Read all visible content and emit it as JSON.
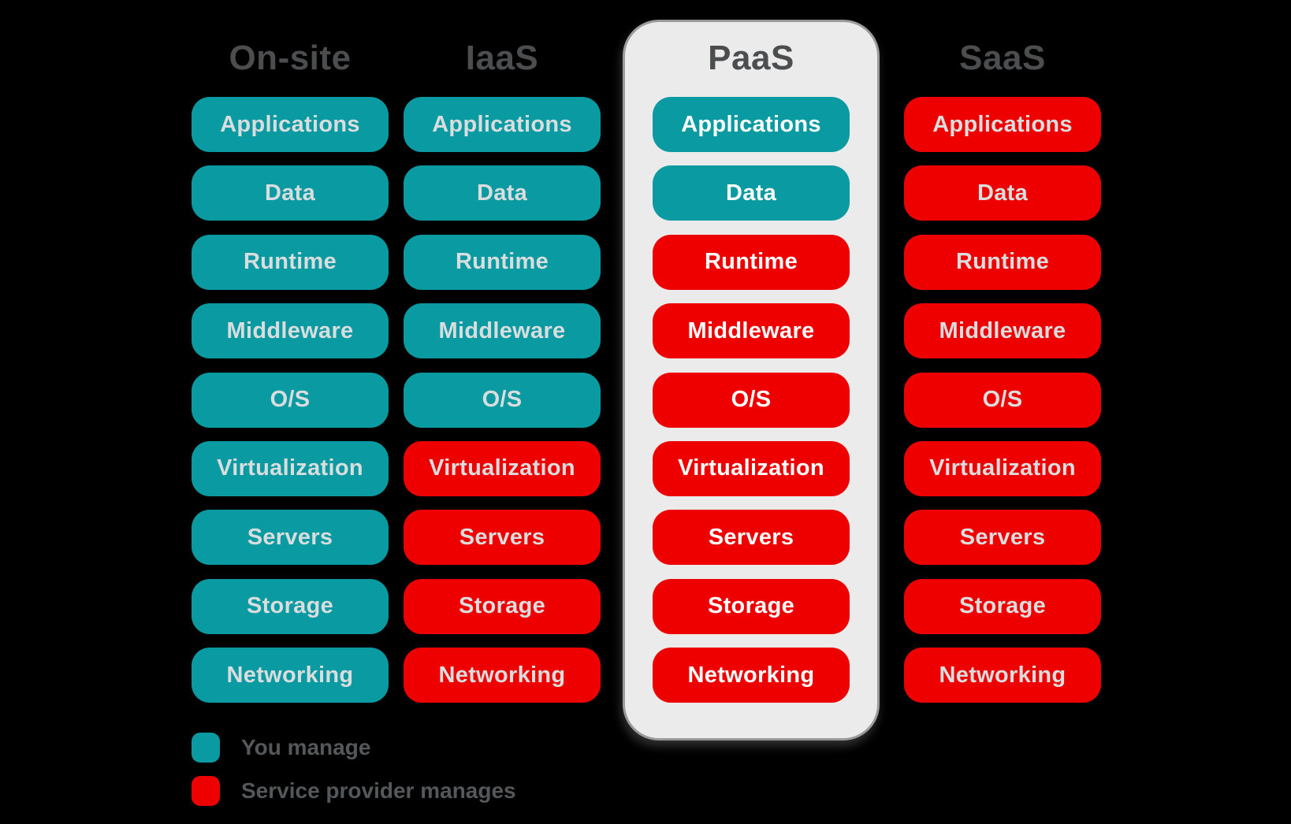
{
  "columns": [
    {
      "id": "on-site",
      "header": "On-site",
      "highlighted": false,
      "layers": [
        {
          "label": "Applications",
          "managed_by": "you"
        },
        {
          "label": "Data",
          "managed_by": "you"
        },
        {
          "label": "Runtime",
          "managed_by": "you"
        },
        {
          "label": "Middleware",
          "managed_by": "you"
        },
        {
          "label": "O/S",
          "managed_by": "you"
        },
        {
          "label": "Virtualization",
          "managed_by": "you"
        },
        {
          "label": "Servers",
          "managed_by": "you"
        },
        {
          "label": "Storage",
          "managed_by": "you"
        },
        {
          "label": "Networking",
          "managed_by": "you"
        }
      ]
    },
    {
      "id": "iaas",
      "header": "IaaS",
      "highlighted": false,
      "layers": [
        {
          "label": "Applications",
          "managed_by": "you"
        },
        {
          "label": "Data",
          "managed_by": "you"
        },
        {
          "label": "Runtime",
          "managed_by": "you"
        },
        {
          "label": "Middleware",
          "managed_by": "you"
        },
        {
          "label": "O/S",
          "managed_by": "you"
        },
        {
          "label": "Virtualization",
          "managed_by": "provider"
        },
        {
          "label": "Servers",
          "managed_by": "provider"
        },
        {
          "label": "Storage",
          "managed_by": "provider"
        },
        {
          "label": "Networking",
          "managed_by": "provider"
        }
      ]
    },
    {
      "id": "paas",
      "header": "PaaS",
      "highlighted": true,
      "layers": [
        {
          "label": "Applications",
          "managed_by": "you"
        },
        {
          "label": "Data",
          "managed_by": "you"
        },
        {
          "label": "Runtime",
          "managed_by": "provider"
        },
        {
          "label": "Middleware",
          "managed_by": "provider"
        },
        {
          "label": "O/S",
          "managed_by": "provider"
        },
        {
          "label": "Virtualization",
          "managed_by": "provider"
        },
        {
          "label": "Servers",
          "managed_by": "provider"
        },
        {
          "label": "Storage",
          "managed_by": "provider"
        },
        {
          "label": "Networking",
          "managed_by": "provider"
        }
      ]
    },
    {
      "id": "saas",
      "header": "SaaS",
      "highlighted": false,
      "layers": [
        {
          "label": "Applications",
          "managed_by": "provider"
        },
        {
          "label": "Data",
          "managed_by": "provider"
        },
        {
          "label": "Runtime",
          "managed_by": "provider"
        },
        {
          "label": "Middleware",
          "managed_by": "provider"
        },
        {
          "label": "O/S",
          "managed_by": "provider"
        },
        {
          "label": "Virtualization",
          "managed_by": "provider"
        },
        {
          "label": "Servers",
          "managed_by": "provider"
        },
        {
          "label": "Storage",
          "managed_by": "provider"
        },
        {
          "label": "Networking",
          "managed_by": "provider"
        }
      ]
    }
  ],
  "legend": [
    {
      "key": "you",
      "label": "You manage"
    },
    {
      "key": "provider",
      "label": "Service provider manages"
    }
  ],
  "colors": {
    "you": "#0a9aa2",
    "provider": "#ee0000",
    "background": "#000000",
    "highlight_panel_bg": "#ebebeb",
    "highlight_panel_border": "#9a9a9a",
    "header_text": "#4b4d4e",
    "pill_text": "#d9dddd",
    "pill_text_highlighted": "#ffffff",
    "legend_text": "#55585a"
  }
}
